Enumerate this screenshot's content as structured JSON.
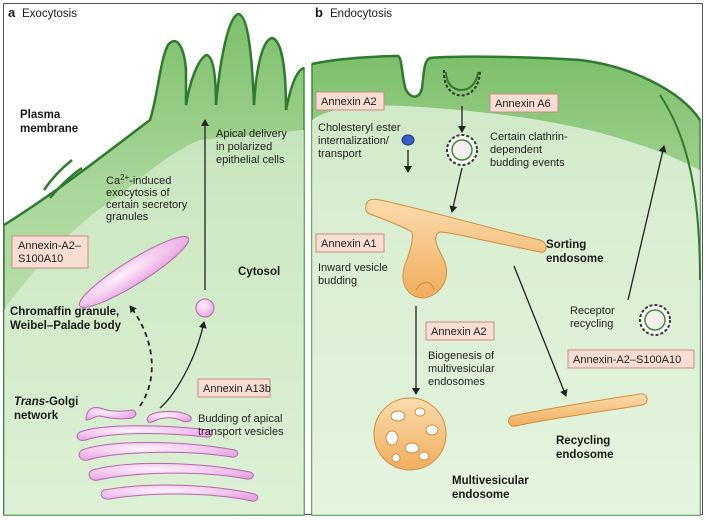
{
  "panels": {
    "a": {
      "letter": "a",
      "title": "Exocytosis"
    },
    "b": {
      "letter": "b",
      "title": "Endocytosis"
    }
  },
  "labels": {
    "plasma_membrane": [
      "Plasma",
      "membrane"
    ],
    "cytosol": "Cytosol",
    "chromaffin": [
      "Chromaffin granule,",
      "Weibel–Palade body"
    ],
    "trans_golgi": [
      "Trans",
      "-Golgi",
      "network"
    ],
    "sorting_endosome": [
      "Sorting",
      "endosome"
    ],
    "recycling_endosome": [
      "Recycling",
      "endosome"
    ],
    "multivesicular_endosome": [
      "Multivesicular",
      "endosome"
    ]
  },
  "annexin_boxes": {
    "a2_s100a10_left": [
      "Annexin-A2–",
      "S100A10"
    ],
    "a13b": "Annexin A13b",
    "a2_top": "Annexin A2",
    "a6": "Annexin A6",
    "a1": "Annexin A1",
    "a2_mid": "Annexin A2",
    "a2_s100a10_right": "Annexin-A2–S100A10"
  },
  "descriptions": {
    "ca_exocytosis": [
      "Ca",
      "2+",
      "-induced",
      "exocytosis of",
      "certain secretory",
      "granules"
    ],
    "apical_delivery": [
      "Apical delivery",
      "in polarized",
      "epithelial cells"
    ],
    "apical_budding": [
      "Budding of apical",
      "transport vesicles"
    ],
    "cholesteryl": [
      "Cholesteryl ester",
      "internalization/",
      "transport"
    ],
    "clathrin": [
      "Certain clathrin-",
      "dependent",
      "budding events"
    ],
    "inward_budding": [
      "Inward vesicle",
      "budding"
    ],
    "biogenesis": [
      "Biogenesis of",
      "multivesicular",
      "endosomes"
    ],
    "receptor_recycling": [
      "Receptor",
      "recycling"
    ]
  },
  "colors": {
    "cell": "#8cc97a",
    "cell_edge": "#3c8c3c",
    "vesicle": "#f3c2f0",
    "vesicle_edge": "#b06aa8",
    "endosome": "#f7c78e",
    "endosome_edge": "#d08d3c",
    "box_fill": "#f8ddd3",
    "box_edge": "#c98a80"
  }
}
